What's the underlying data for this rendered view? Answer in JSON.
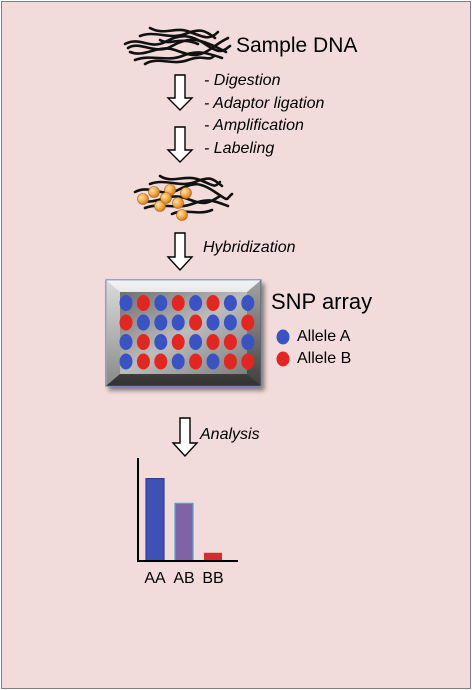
{
  "title": "Sample DNA",
  "steps": [
    "- Digestion",
    "- Adaptor ligation",
    "- Amplification",
    "- Labeling"
  ],
  "hybridization": "Hybridization",
  "array": {
    "title": "SNP array",
    "rows": [
      [
        "A",
        "B",
        "A",
        "B",
        "A",
        "B",
        "A",
        "A"
      ],
      [
        "B",
        "A",
        "A",
        "A",
        "B",
        "A",
        "A",
        "B"
      ],
      [
        "A",
        "B",
        "A",
        "B",
        "A",
        "B",
        "B",
        "A"
      ],
      [
        "A",
        "B",
        "B",
        "A",
        "B",
        "A",
        "B",
        "B"
      ]
    ]
  },
  "legend": [
    {
      "label": "Allele A",
      "color": "#3a53c4"
    },
    {
      "label": "Allele B",
      "color": "#e3261f"
    }
  ],
  "analysis": "Analysis",
  "chart_data": {
    "type": "bar",
    "categories": [
      "AA",
      "AB",
      "BB"
    ],
    "values": [
      1.0,
      0.7,
      0.1
    ],
    "colors": [
      "#3f51b5",
      "#8063a6",
      "#d32f2f"
    ],
    "ylim": [
      0,
      1.25
    ],
    "grid": false
  }
}
